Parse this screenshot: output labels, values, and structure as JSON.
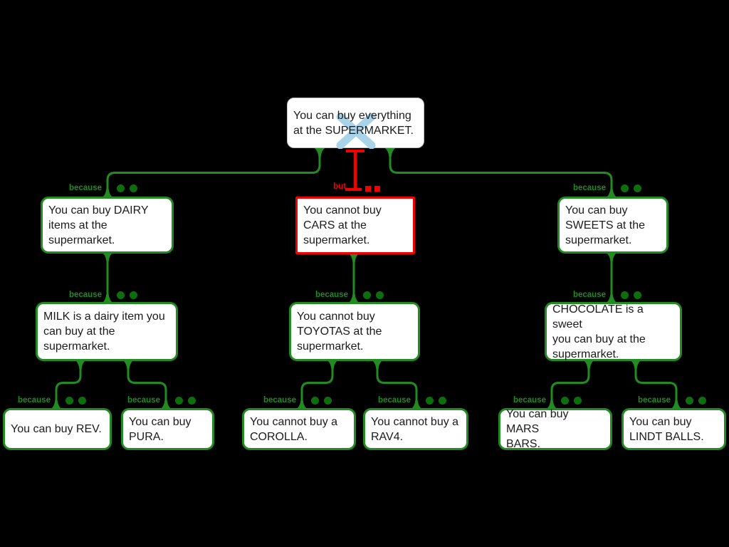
{
  "canvas": {
    "background": "#000000"
  },
  "colors": {
    "support_green": "#228b22",
    "rating_dot_green": "#0e6e0e",
    "objection_red": "#f20000",
    "rejected_cross_blue": "#a8d3e8",
    "box_background": "#ffffff",
    "box_text": "#1b1b1b",
    "root_border_gray": "#bfbfbf"
  },
  "nodes": {
    "root": {
      "text": "You can buy everything\nat the SUPERMARKET.",
      "marker": "rejected-cross"
    },
    "dairy": {
      "text": "You can buy DAIRY\nitems at the\nsupermarket."
    },
    "cars": {
      "text": "You cannot buy\nCARS at the\nsupermarket."
    },
    "sweets": {
      "text": "You can buy\nSWEETS at the\nsupermarket."
    },
    "milk": {
      "text": "MILK is a dairy item you\ncan buy at the\nsupermarket."
    },
    "toyotas": {
      "text": "You cannot buy\nTOYOTAS at the\nsupermarket."
    },
    "chocolate": {
      "text": "CHOCOLATE is a sweet\nyou can buy at the\nsupermarket."
    },
    "rev": {
      "text": "You can buy REV."
    },
    "pura": {
      "text": "You can buy\nPURA."
    },
    "corolla": {
      "text": "You cannot buy a\nCOROLLA."
    },
    "rav4": {
      "text": "You cannot buy a\nRAV4."
    },
    "mars": {
      "text": "You can buy MARS\nBARS."
    },
    "lindt": {
      "text": "You can buy\nLINDT BALLS."
    }
  },
  "edges": [
    {
      "from": "root",
      "to": "dairy",
      "label": "because",
      "type": "support",
      "indicator_dots": 2
    },
    {
      "from": "root",
      "to": "cars",
      "label": "but",
      "type": "objection",
      "indicator_squares": 2
    },
    {
      "from": "root",
      "to": "sweets",
      "label": "because",
      "type": "support",
      "indicator_dots": 2
    },
    {
      "from": "dairy",
      "to": "milk",
      "label": "because",
      "type": "support",
      "indicator_dots": 2
    },
    {
      "from": "cars",
      "to": "toyotas",
      "label": "because",
      "type": "support",
      "indicator_dots": 2
    },
    {
      "from": "sweets",
      "to": "chocolate",
      "label": "because",
      "type": "support",
      "indicator_dots": 2
    },
    {
      "from": "milk",
      "to": "rev",
      "label": "because",
      "type": "support",
      "indicator_dots": 2
    },
    {
      "from": "milk",
      "to": "pura",
      "label": "because",
      "type": "support",
      "indicator_dots": 2
    },
    {
      "from": "toyotas",
      "to": "corolla",
      "label": "because",
      "type": "support",
      "indicator_dots": 2
    },
    {
      "from": "toyotas",
      "to": "rav4",
      "label": "because",
      "type": "support",
      "indicator_dots": 2
    },
    {
      "from": "chocolate",
      "to": "mars",
      "label": "because",
      "type": "support",
      "indicator_dots": 2
    },
    {
      "from": "chocolate",
      "to": "lindt",
      "label": "because",
      "type": "support",
      "indicator_dots": 2
    }
  ]
}
